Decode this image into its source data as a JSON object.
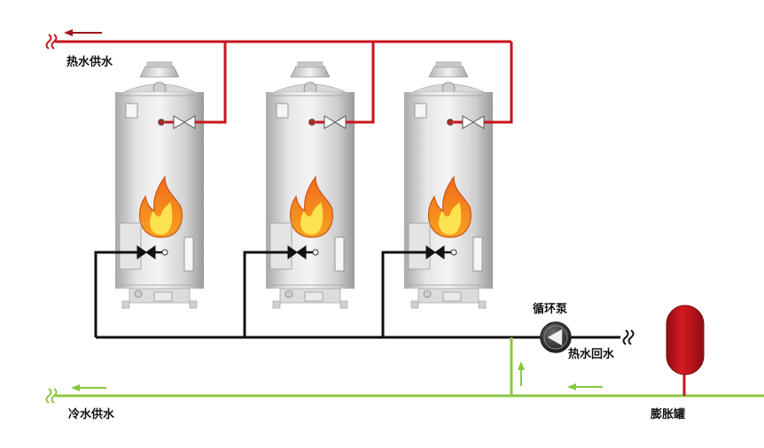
{
  "labels": {
    "hot_supply": "热水供水",
    "cold_supply": "冷水供水",
    "pump": "循环泵",
    "hot_return": "热水回水",
    "expansion_tank": "膨胀罐"
  },
  "heaters": [
    {
      "id": "heater-1"
    },
    {
      "id": "heater-2"
    },
    {
      "id": "heater-3"
    }
  ],
  "colors": {
    "hot_pipe": "#c8141e",
    "return_pipe": "#111111",
    "cold_pipe": "#8cc63f",
    "tank": "#c8141e",
    "heater_body": "#d6d6d6",
    "flame_outer": "#f7931e",
    "flame_inner": "#fde24f"
  },
  "icons": {
    "hot_supply_end": "wavy-end-icon",
    "cold_supply_end": "wavy-end-icon",
    "return_end": "wavy-end-icon",
    "pump": "pump-icon",
    "valve": "valve-icon",
    "flame": "flame-icon"
  }
}
